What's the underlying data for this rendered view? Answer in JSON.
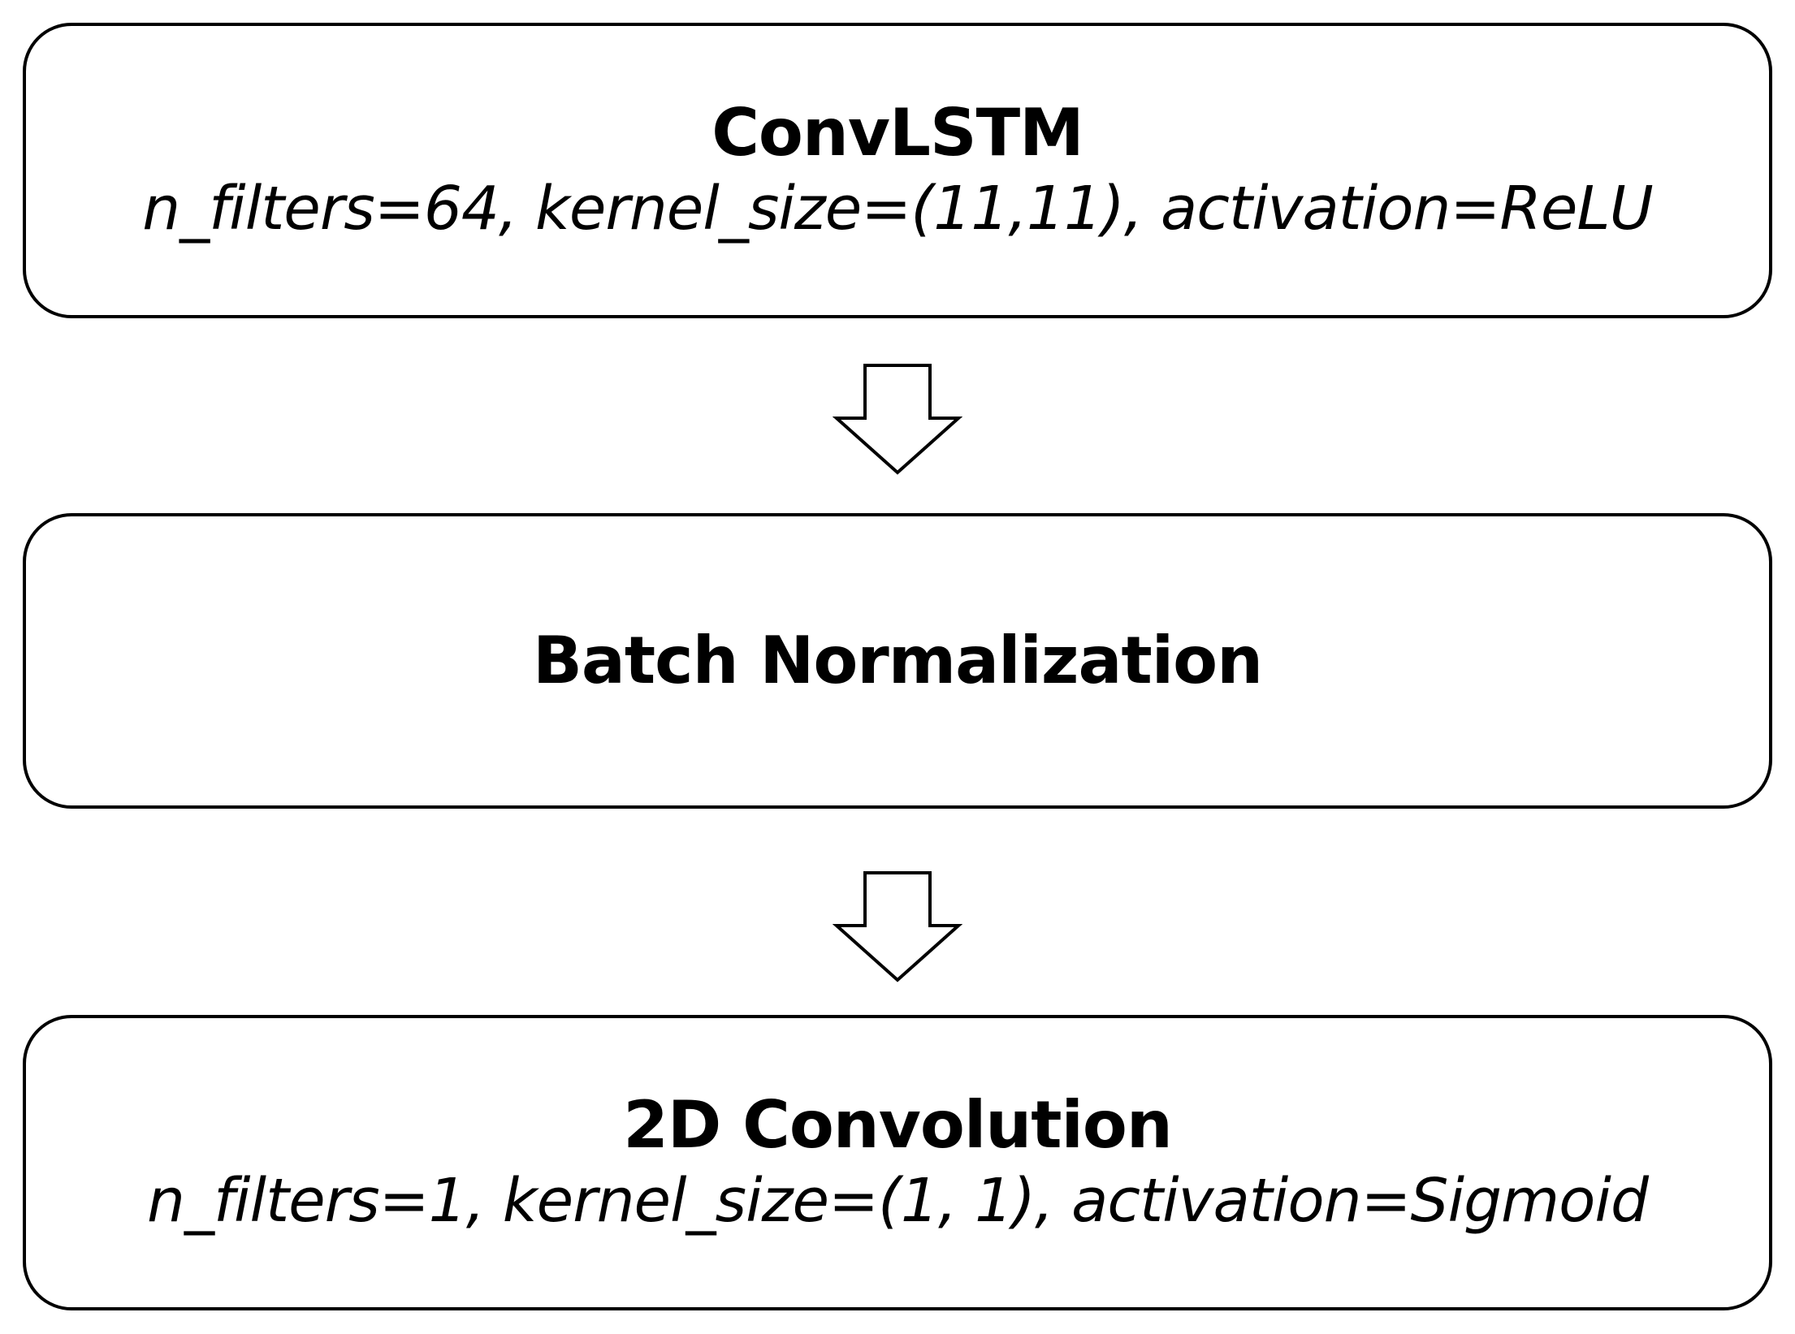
{
  "layers": [
    {
      "title": "ConvLSTM",
      "params": "n_filters=64, kernel_size=(11,11), activation=ReLU"
    },
    {
      "title": "Batch Normalization"
    },
    {
      "title": "2D Convolution",
      "params": "n_filters=1, kernel_size=(1, 1), activation=Sigmoid"
    }
  ],
  "colors": {
    "stroke": "#000000",
    "fill": "#ffffff"
  },
  "icons": {
    "flow_arrow": "hollow-down-arrow-icon"
  }
}
